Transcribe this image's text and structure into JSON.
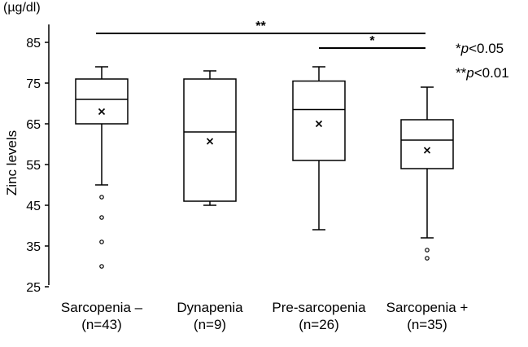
{
  "chart_data": {
    "type": "boxplot",
    "unit_label": "(µg/dl)",
    "ylabel": "Zinc levels",
    "ylim": [
      25,
      90
    ],
    "yticks": [
      "85",
      "75",
      "65",
      "55",
      "45",
      "35",
      "25"
    ],
    "ytick_values": [
      85,
      75,
      65,
      55,
      45,
      35,
      25
    ],
    "categories": [
      {
        "name": "Sarcopenia –",
        "n": "(n=43)"
      },
      {
        "name": "Dynapenia",
        "n": "(n=9)"
      },
      {
        "name": "Pre-sarcopenia",
        "n": "(n=26)"
      },
      {
        "name": "Sarcopenia +",
        "n": "(n=35)"
      }
    ],
    "boxes": [
      {
        "whisker_low": 50,
        "q1": 65,
        "median": 71,
        "q3": 76,
        "whisker_high": 79,
        "mean": 68,
        "outliers": [
          47,
          42,
          36,
          30
        ]
      },
      {
        "whisker_low": 45,
        "q1": 46,
        "median": 63,
        "q3": 76,
        "whisker_high": 78,
        "mean": 60.7,
        "outliers": []
      },
      {
        "whisker_low": 39,
        "q1": 56,
        "median": 68.5,
        "q3": 75.5,
        "whisker_high": 79,
        "mean": 65,
        "outliers": []
      },
      {
        "whisker_low": 37,
        "q1": 54,
        "median": 61,
        "q3": 66,
        "whisker_high": 74,
        "mean": 58.5,
        "outliers": [
          34,
          32
        ]
      }
    ],
    "significance": [
      {
        "from": 0,
        "to": 3,
        "label": "**",
        "y": 86
      },
      {
        "from": 2,
        "to": 3,
        "label": "*",
        "y": 84
      }
    ],
    "legend": [
      {
        "stars": "*",
        "p": "p",
        "text": "<0.05"
      },
      {
        "stars": "**",
        "p": "p",
        "text": "<0.01"
      }
    ]
  }
}
